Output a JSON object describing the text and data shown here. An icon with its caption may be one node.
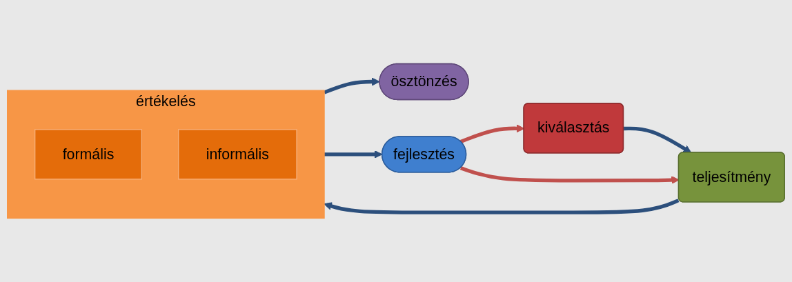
{
  "diagram": {
    "nodes": [
      {
        "text": [
          "kiválasztás"
        ]
      },
      {
        "text": [
          "teljesítmény"
        ]
      },
      {
        "text": [
          "értékelés"
        ]
      },
      {
        "text": [
          "formális"
        ],
        "in": 2
      },
      {
        "text": [
          "informális"
        ],
        "in": 2
      },
      {
        "text": [
          "ösztönzés"
        ]
      },
      {
        "text": [
          "fejlesztés"
        ]
      }
    ],
    "edges": [
      {
        "from": 0,
        "to": 1,
        "arrow": "to"
      },
      {
        "from": 1,
        "to": 2,
        "arrow": "to"
      },
      {
        "from": 2,
        "to": 5,
        "arrow": "to"
      },
      {
        "from": 2,
        "to": 6,
        "arrow": "to"
      },
      {
        "from": 6,
        "to": 0,
        "arrow": "to",
        "color": "#c0504d"
      },
      {
        "from": 6,
        "to": 1,
        "arrow": "to",
        "color": "#c0504d"
      }
    ]
  }
}
